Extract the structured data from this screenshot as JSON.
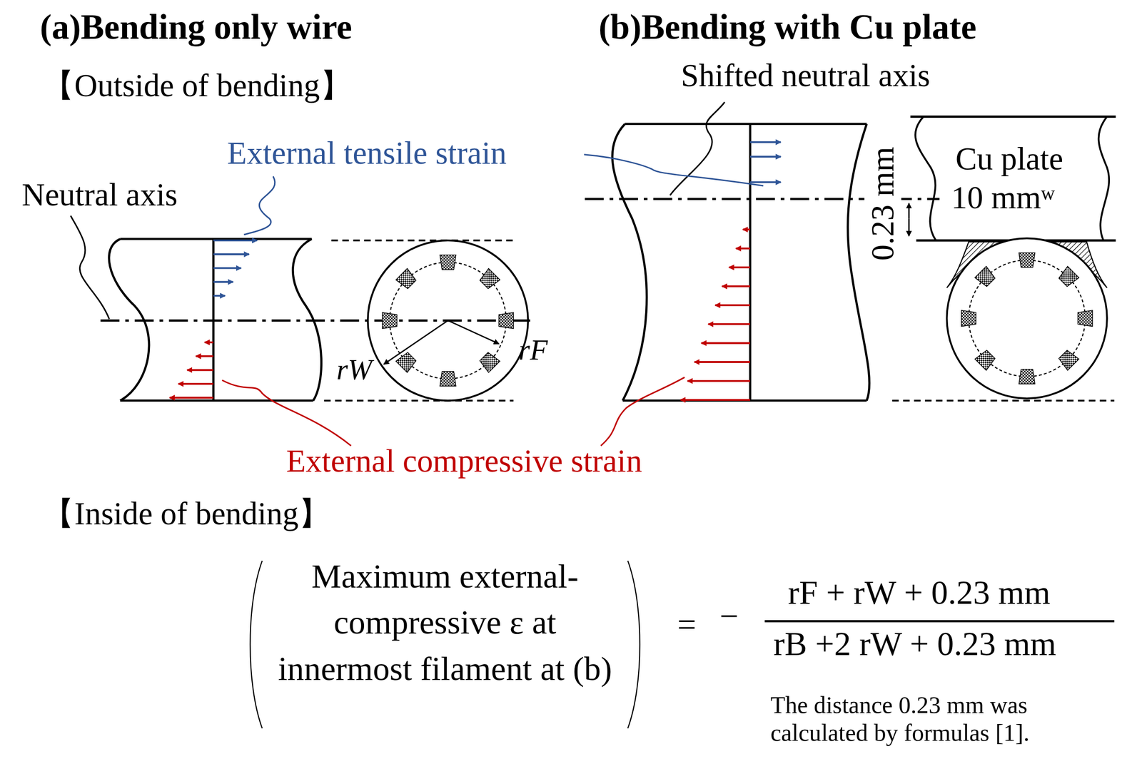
{
  "diagram": {
    "nodes": [
      {
        "text": [
          "Cu plate",
          "10 mmʷ"
        ]
      }
    ],
    "labels": [
      "(a)Bending only wire",
      "(b)Bending with Cu plate",
      "【Outside of bending】",
      "Shifted neutral axis",
      "External tensile strain",
      "Neutral axis",
      "0.23 mm",
      "rW",
      "rF",
      "External compressive strain",
      "【Inside of bending】",
      "Maximum external-compressive ε at innermost filament at (b)",
      "=",
      "−",
      "rF + rW + 0.23 mm",
      "rB +2 rW + 0.23 mm",
      "The distance 0.23 mm was calculated by formulas [1]."
    ]
  }
}
